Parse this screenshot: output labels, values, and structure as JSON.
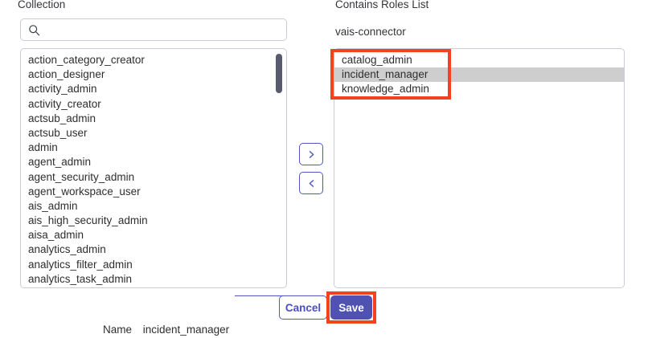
{
  "left_panel": {
    "label": "Collection",
    "search": {
      "placeholder": "",
      "value": "",
      "icon": "search-icon"
    },
    "available_roles": [
      "action_category_creator",
      "action_designer",
      "activity_admin",
      "activity_creator",
      "actsub_admin",
      "actsub_user",
      "admin",
      "agent_admin",
      "agent_security_admin",
      "agent_workspace_user",
      "ais_admin",
      "ais_high_security_admin",
      "aisa_admin",
      "analytics_admin",
      "analytics_filter_admin",
      "analytics_task_admin"
    ]
  },
  "right_panel": {
    "label": "Contains Roles List",
    "subtitle": "vais-connector",
    "selected_roles": [
      "catalog_admin",
      "incident_manager",
      "knowledge_admin"
    ],
    "highlighted_role": "incident_manager"
  },
  "transfer": {
    "move_right_icon": "chevron-right-icon",
    "move_left_icon": "chevron-left-icon"
  },
  "actions": {
    "cancel_label": "Cancel",
    "save_label": "Save"
  },
  "footer": {
    "name_label": "Name",
    "name_value": "incident_manager"
  },
  "colors": {
    "accent": "#4f52b2",
    "accent_border": "#5357c4",
    "annotation": "#f4431c",
    "selected_row": "#cecece",
    "scrollbar_thumb": "#585a6e",
    "field_border": "#c9ccd6"
  }
}
